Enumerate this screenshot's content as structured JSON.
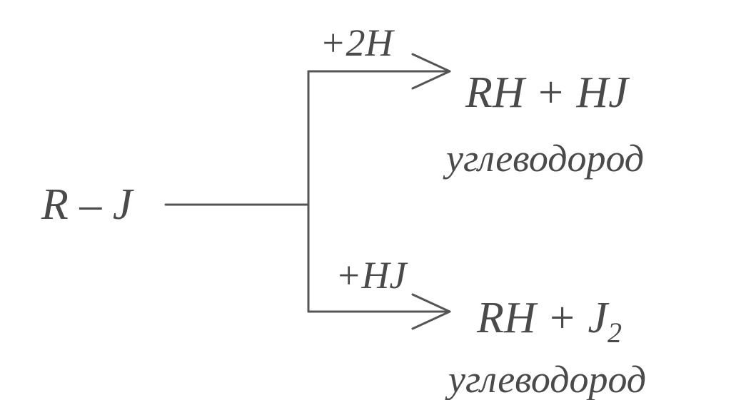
{
  "reactant": "R – J",
  "branches": [
    {
      "reagent": "+2H",
      "product_main": "RH + HJ",
      "product_sub": "",
      "product_class": "углеводород"
    },
    {
      "reagent": "+HJ",
      "product_main": "RH + J",
      "product_sub": "2",
      "product_class": "углеводород"
    }
  ]
}
